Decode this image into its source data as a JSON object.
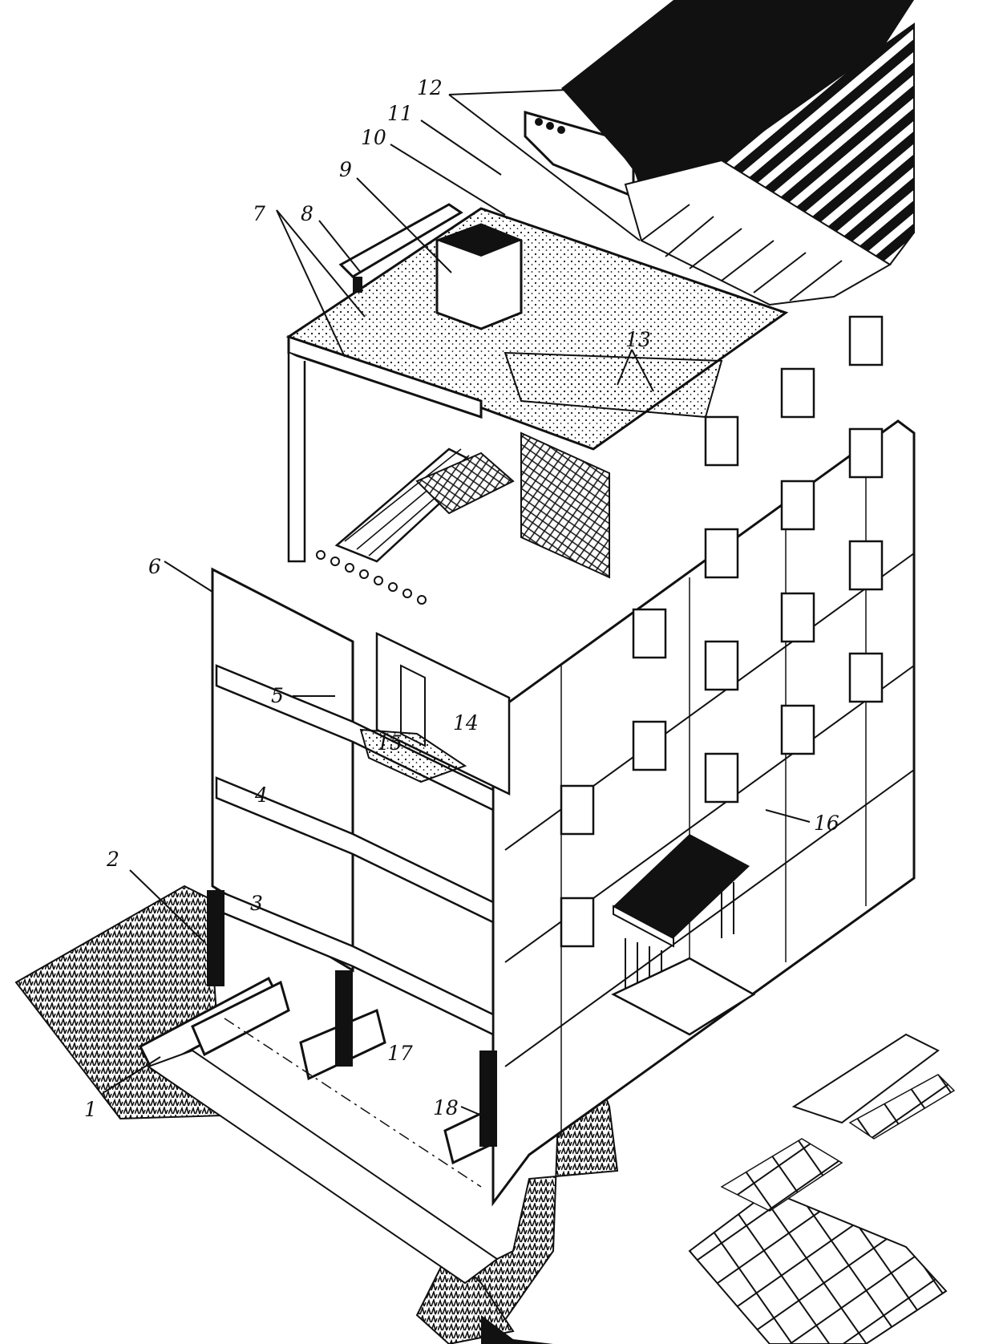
{
  "colors": {
    "ink": "#111111",
    "paper": "#ffffff",
    "wall_shade": "#f2f2f2",
    "ground": "#1a1a1a"
  },
  "callouts": {
    "c1": "1",
    "c2": "2",
    "c3": "3",
    "c4": "4",
    "c5": "5",
    "c6": "6",
    "c7": "7",
    "c8": "8",
    "c9": "9",
    "c10": "10",
    "c11": "11",
    "c12": "12",
    "c13": "13",
    "c14": "14",
    "c15": "15",
    "c16": "16",
    "c17": "17",
    "c18": "18"
  }
}
